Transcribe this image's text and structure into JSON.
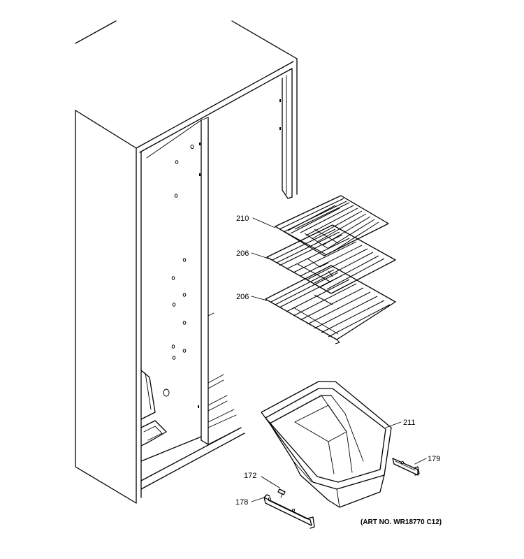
{
  "diagram": {
    "callouts": {
      "shelf_top": "210",
      "shelf_middle": "206",
      "shelf_bottom": "206",
      "bin": "211",
      "bracket_right": "179",
      "screw": "172",
      "bracket_left": "178"
    },
    "art_number": "(ART NO. WR18770 C12)"
  }
}
